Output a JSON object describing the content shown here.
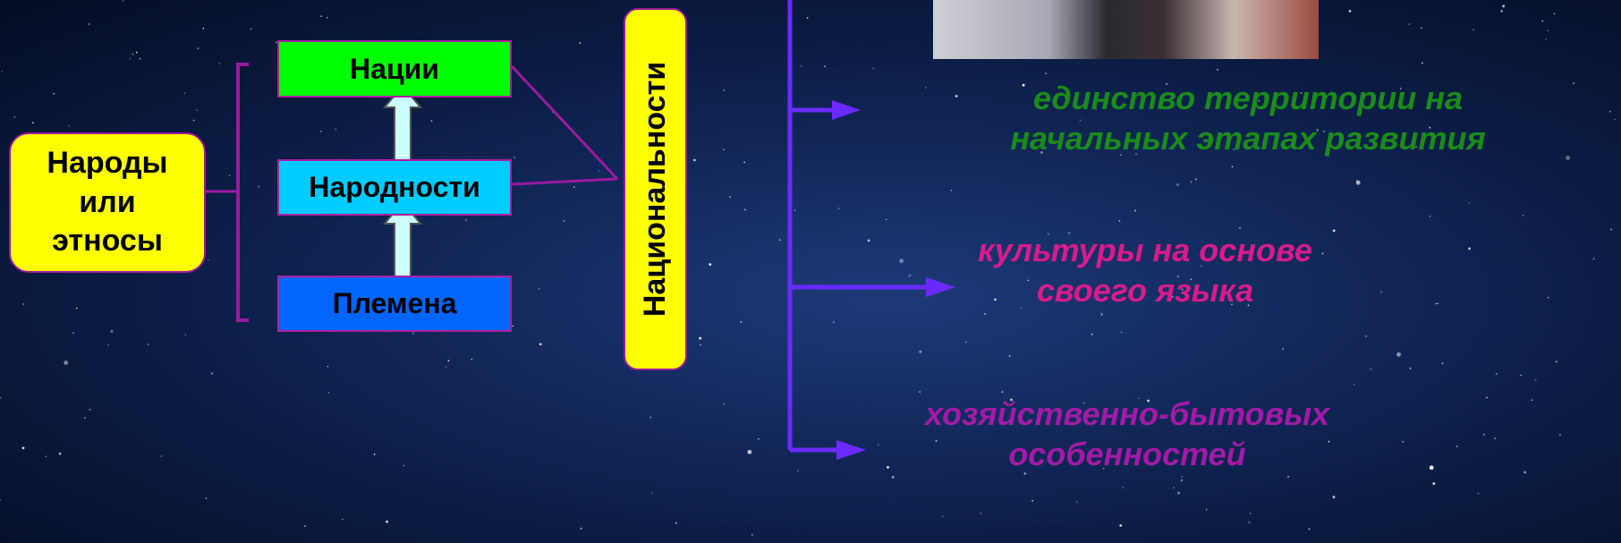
{
  "peoples_box": {
    "label": "Народы\nили\nэтносы"
  },
  "hierarchy": {
    "nations": "Нации",
    "narodnosti": "Народности",
    "tribes": "Племена"
  },
  "nationality_box": {
    "label": "Национальности"
  },
  "features": [
    {
      "text": "единство территории на\nначальных этапах развития"
    },
    {
      "text": "культуры на основе\nсвоего языка"
    },
    {
      "text": "хозяйственно-бытовых\nособенностей"
    }
  ],
  "colors": {
    "peoples_fill": "#ffff00",
    "nations_fill": "#00ff00",
    "narodnosti_fill": "#00ccff",
    "tribes_fill": "#0066ff",
    "connector": "#9a1aa0",
    "branch_line": "#6a2aff",
    "feature1_text": "#1a8c1a",
    "feature2_text": "#d81b8c",
    "feature3_text": "#a21aa6"
  }
}
